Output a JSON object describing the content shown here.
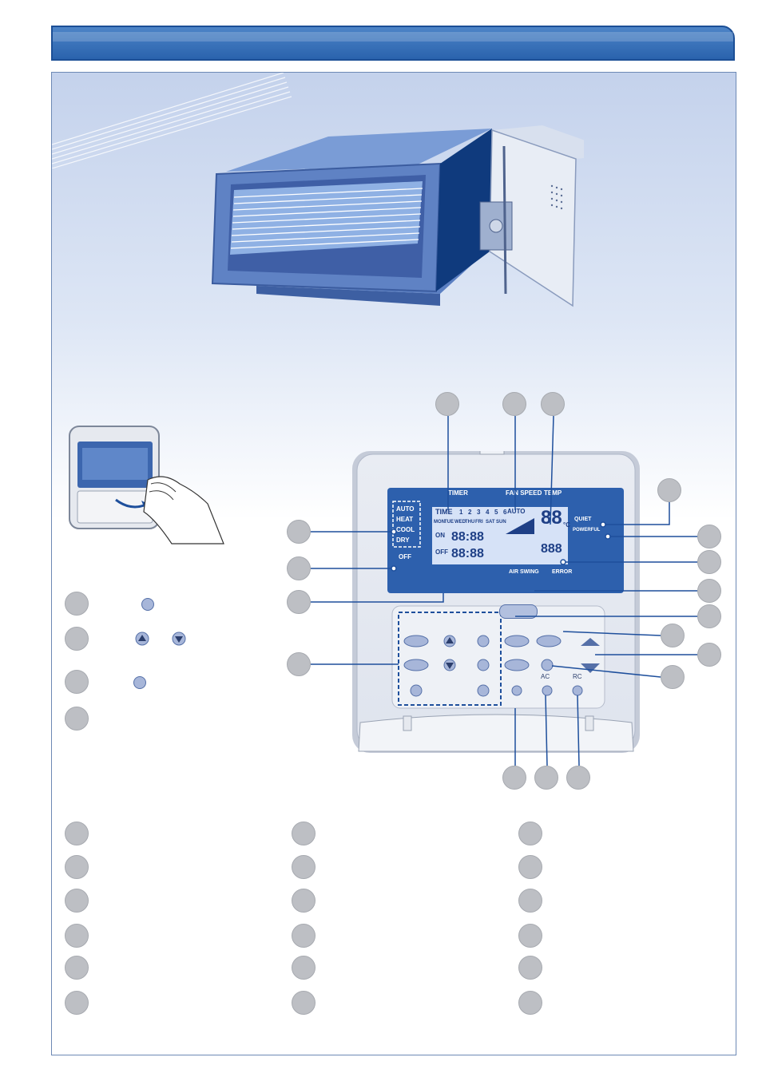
{
  "lcd": {
    "timer": "TIMER",
    "fan_speed": "FAN SPEED",
    "temp": "TEMP",
    "modes": [
      "AUTO",
      "HEAT",
      "COOL",
      "DRY"
    ],
    "timer_label": "TIME",
    "day_numbers": [
      "1",
      "2",
      "3",
      "4",
      "5",
      "6"
    ],
    "days": [
      "MON",
      "TUE",
      "WED",
      "THU",
      "FRI",
      "SAT",
      "SUN"
    ],
    "on": "ON",
    "off_time": "OFF",
    "time_on": "88:88",
    "time_off": "88:88",
    "fan_auto": "AUTO",
    "temp_value": "88",
    "temp_unit": "°C",
    "error_code": "888",
    "quiet": "QUIET",
    "powerful": "POWERFUL",
    "off": "OFF",
    "air_swing": "AIR SWING",
    "error": "ERROR"
  },
  "buttons": {
    "ac": "AC",
    "rc": "RC"
  }
}
